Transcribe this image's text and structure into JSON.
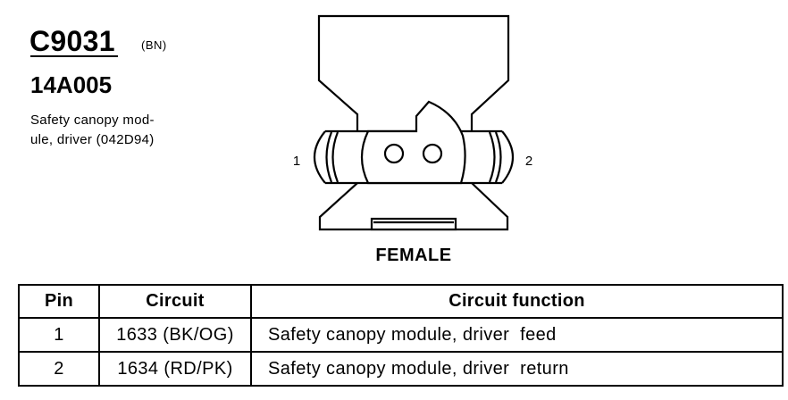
{
  "connector": {
    "id": "C9031",
    "color_code": "(BN)",
    "part_number": "14A005",
    "description_line1": "Safety canopy mod-",
    "description_line2": "ule, driver (042D94)"
  },
  "diagram": {
    "pin_left_label": "1",
    "pin_right_label": "2",
    "gender_label": "FEMALE"
  },
  "table": {
    "headers": [
      "Pin",
      "Circuit",
      "Circuit function"
    ],
    "rows": [
      {
        "pin": "1",
        "circuit": "1633 (BK/OG)",
        "function": "Safety canopy module, driver  feed"
      },
      {
        "pin": "2",
        "circuit": "1634 (RD/PK)",
        "function": "Safety canopy module, driver  return"
      }
    ]
  },
  "colors": {
    "ink": "#000000",
    "background": "#ffffff"
  }
}
